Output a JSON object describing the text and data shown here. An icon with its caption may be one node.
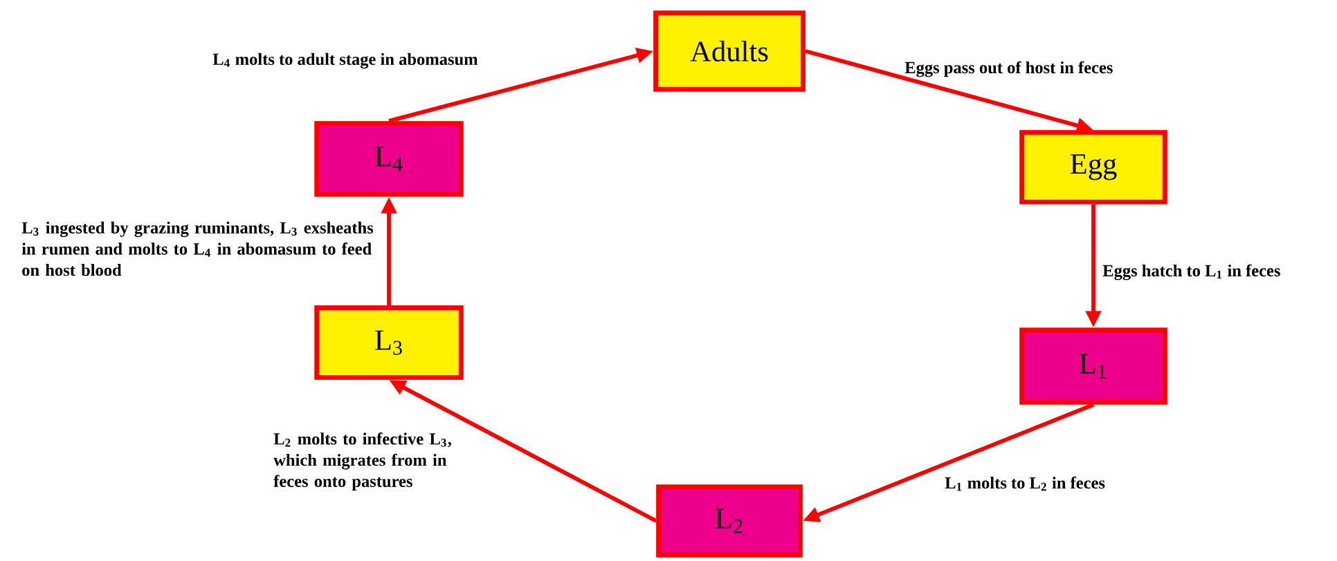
{
  "diagram": {
    "nodes": [
      {
        "text": [
          "Adults"
        ]
      },
      {
        "text": [
          "Egg"
        ]
      },
      {
        "text": [
          "L$_{1}$"
        ]
      },
      {
        "text": [
          "L$_{2}$"
        ]
      },
      {
        "text": [
          "L$_{3}$"
        ]
      },
      {
        "text": [
          "L$_{4}$"
        ]
      }
    ],
    "edges": [
      {
        "from": 0,
        "to": 1,
        "arrow": "to",
        "label": "Eggs pass out of host in feces"
      },
      {
        "from": 1,
        "to": 2,
        "arrow": "to",
        "label": "Eggs hatch to L$_{1}$ in feces"
      },
      {
        "from": 2,
        "to": 3,
        "arrow": "to",
        "label": "L$_{1}$ molts to L$_{2}$ in feces"
      },
      {
        "from": 3,
        "to": 4,
        "arrow": "to",
        "label": "L$_{2}$ molts to infective L$_{3}$, which migrates from in feces onto pastures"
      },
      {
        "from": 4,
        "to": 5,
        "arrow": "to",
        "label": "L$_{3}$ ingested by grazing ruminants, L$_{3}$ exsheaths in rumen and molts to L$_{4}$ in abomasum to feed on host blood"
      },
      {
        "from": 5,
        "to": 0,
        "arrow": "to",
        "label": "L$_{4}$ molts to adult stage in abomasum"
      }
    ]
  }
}
